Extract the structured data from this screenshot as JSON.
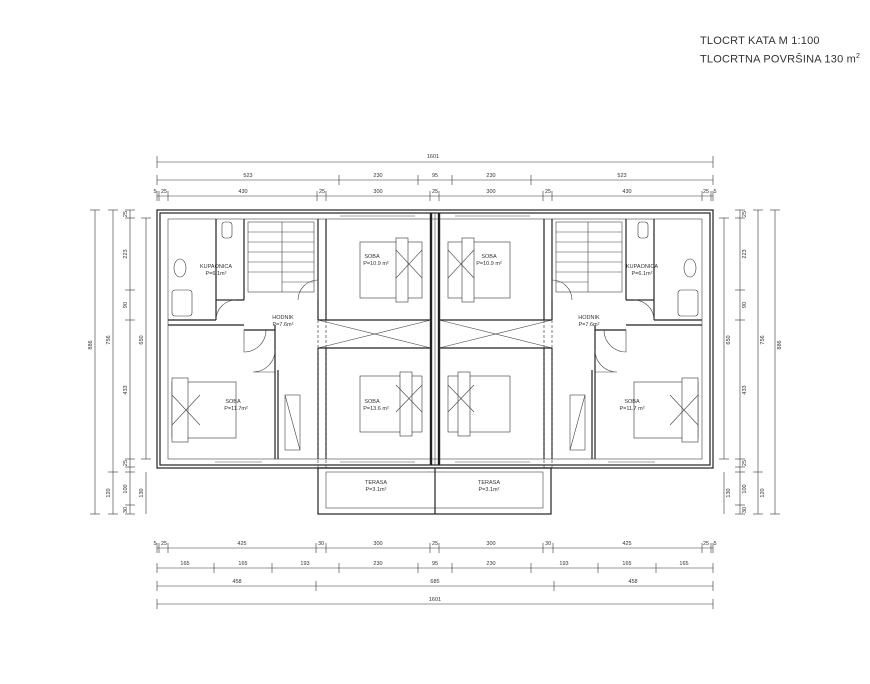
{
  "header": {
    "line1": "TLOCRT KATA  M 1:100",
    "line2": "TLOCRTNA POVRŠINA 130 m",
    "line2_sup": "2"
  },
  "rooms": {
    "kupaonica_left": {
      "name": "KUPAONICA",
      "area": "P=6.1m²"
    },
    "kupaonica_right": {
      "name": "KUPAONICA",
      "area": "P=6.1m²"
    },
    "soba_top_left": {
      "name": "SOBA",
      "area": "P=10.9 m²"
    },
    "soba_top_right": {
      "name": "SOBA",
      "area": "P=10.9 m²"
    },
    "hodnik_left": {
      "name": "HODNIK",
      "area": "P=7.6m²"
    },
    "hodnik_right": {
      "name": "HODNIK",
      "area": "P=7.6m²"
    },
    "soba_left": {
      "name": "SOBA",
      "area": "P=11.7m²"
    },
    "soba_center_left": {
      "name": "SOBA",
      "area": "P=13.6 m²"
    },
    "soba_right": {
      "name": "SOBA",
      "area": "P=11.7 m²"
    },
    "terasa_left": {
      "name": "TERASA",
      "area": "P=3.1m²"
    },
    "terasa_right": {
      "name": "TERASA",
      "area": "P=3.1m²"
    }
  },
  "dimensions": {
    "top_total": "1601",
    "top_row2": [
      "523",
      "230",
      "95",
      "230",
      "523"
    ],
    "top_row3": [
      "5",
      "25",
      "430",
      "25",
      "300",
      "25",
      "300",
      "25",
      "430",
      "25",
      "5"
    ],
    "bottom_row1": [
      "5",
      "25",
      "425",
      "30",
      "300",
      "25",
      "300",
      "30",
      "425",
      "25",
      "5"
    ],
    "bottom_row2": [
      "165",
      "165",
      "193",
      "230",
      "95",
      "230",
      "193",
      "165",
      "165"
    ],
    "bottom_row3": [
      "458",
      "685",
      "458"
    ],
    "bottom_total": "1601",
    "left_outer": "886",
    "left_middle": "756",
    "left_inner": [
      "25",
      "223",
      "90",
      "650",
      "433",
      "25",
      "100",
      "130",
      "30"
    ],
    "left_bottom_extra": "120",
    "right_outer": "886",
    "right_middle": "756",
    "right_inner": [
      "25",
      "223",
      "90",
      "650",
      "433",
      "25",
      "100",
      "130",
      "30"
    ],
    "right_bottom_extra": "120"
  }
}
